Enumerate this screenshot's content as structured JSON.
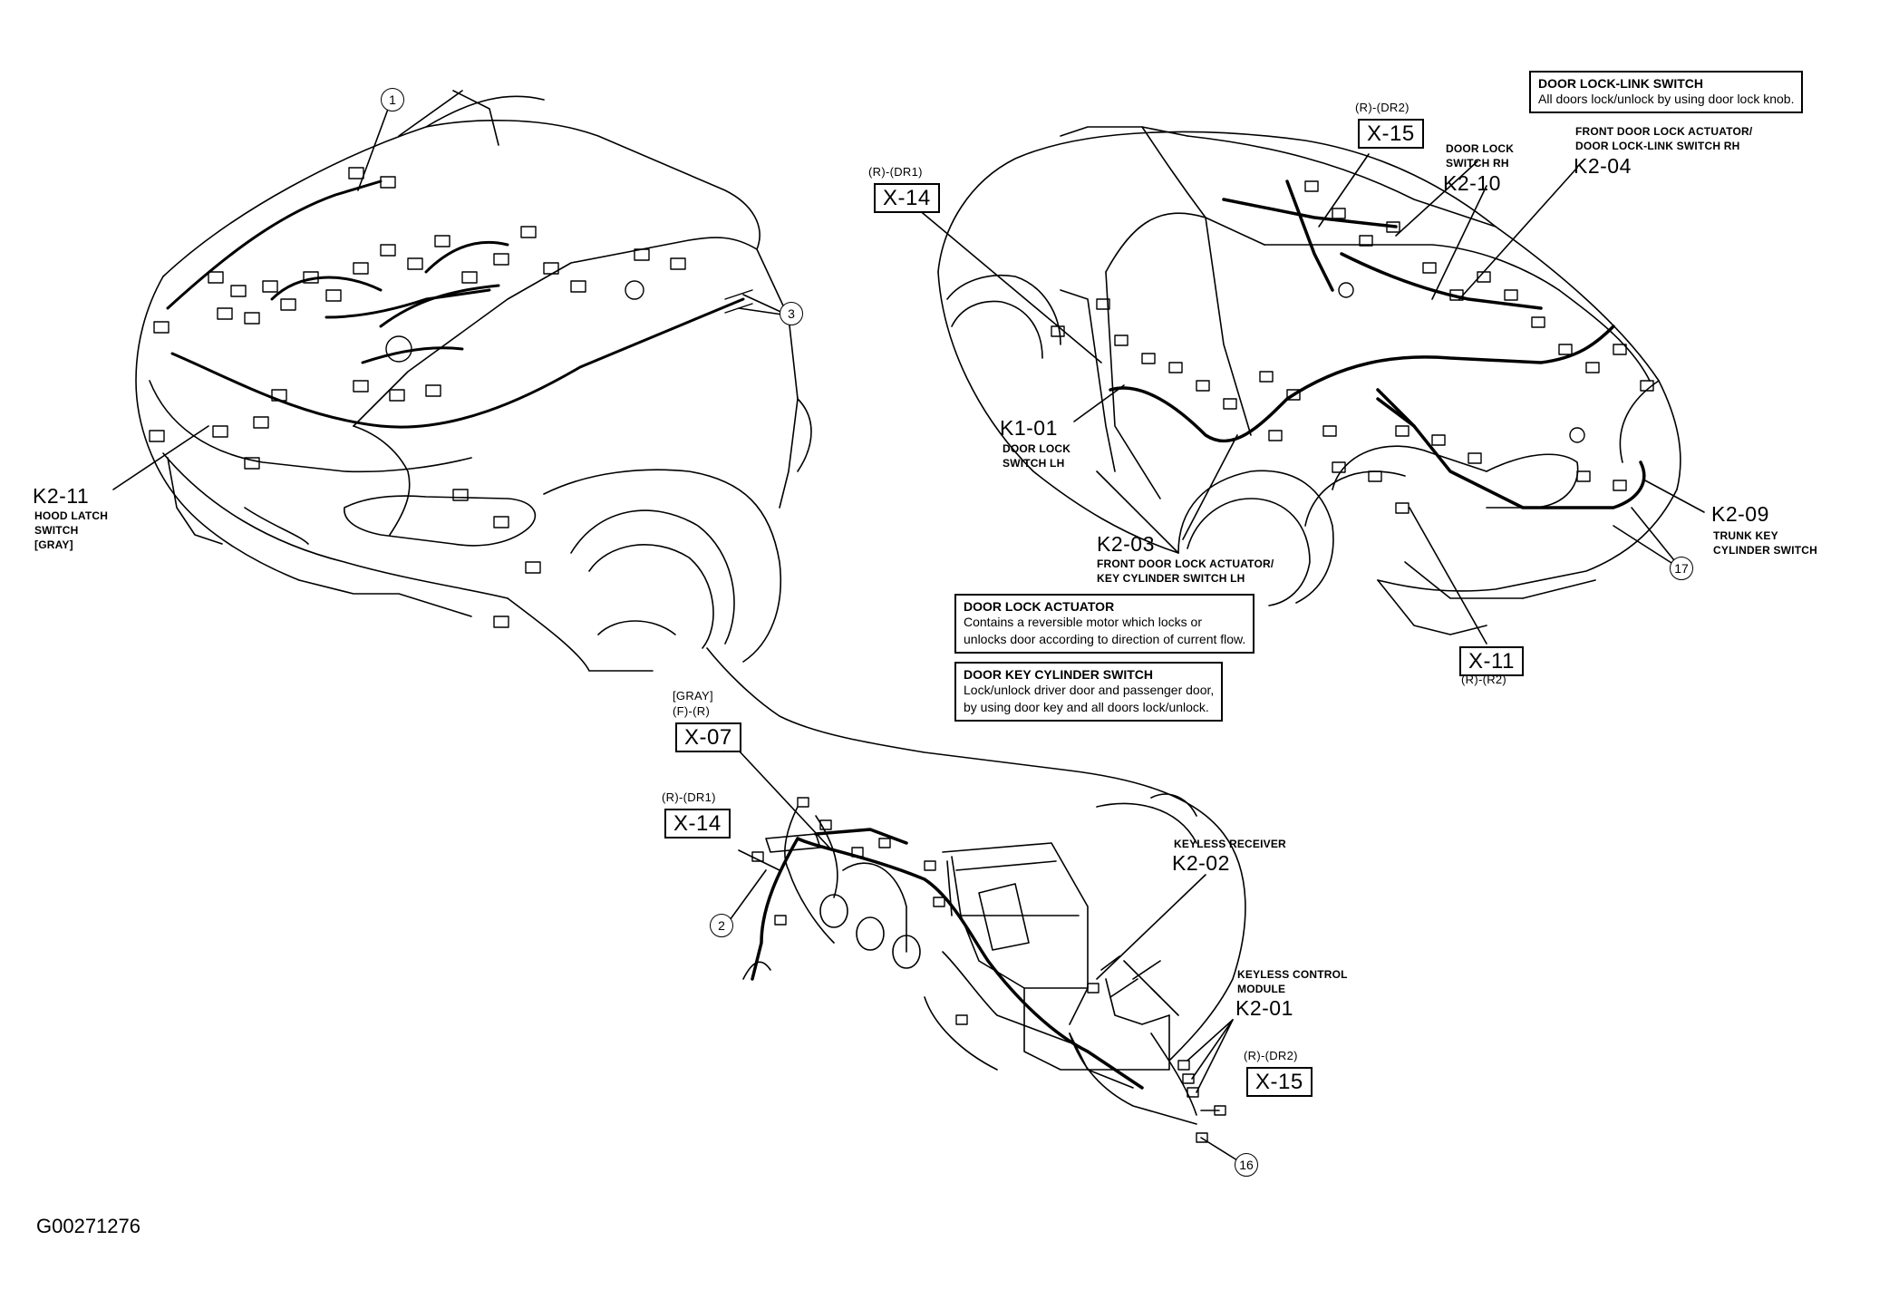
{
  "figure_id": "G00271276",
  "callouts": {
    "c1": "1",
    "c2": "2",
    "c3": "3",
    "c16": "16",
    "c17": "17"
  },
  "front_view": {
    "hood_latch": {
      "code": "K2-11",
      "line1": "HOOD LATCH",
      "line2": "SWITCH",
      "line3": "[GRAY]"
    }
  },
  "rear_view": {
    "x14_sub": "(R)-(DR1)",
    "x14": "X-14",
    "x15_sub": "(R)-(DR2)",
    "x15": "X-15",
    "door_lock_switch_rh": {
      "line1": "DOOR LOCK",
      "line2": "SWITCH RH",
      "code": "K2-10"
    },
    "front_actuator_rh": {
      "line1": "FRONT DOOR LOCK ACTUATOR/",
      "line2": "DOOR LOCK-LINK SWITCH RH",
      "code": "K2-04"
    },
    "door_lock_switch_lh": {
      "code": "K1-01",
      "line1": "DOOR LOCK",
      "line2": "SWITCH LH"
    },
    "front_actuator_lh": {
      "code": "K2-03",
      "line1": "FRONT DOOR LOCK ACTUATOR/",
      "line2": "KEY CYLINDER SWITCH LH"
    },
    "trunk_key": {
      "code": "K2-09",
      "line1": "TRUNK KEY",
      "line2": "CYLINDER SWITCH"
    },
    "x11": "X-11",
    "x11_sub": "(R)-(R2)"
  },
  "info_boxes": {
    "link_switch": {
      "title": "DOOR LOCK-LINK SWITCH",
      "desc": "All doors lock/unlock by using door lock knob."
    },
    "actuator": {
      "title": "DOOR LOCK ACTUATOR",
      "desc1": "Contains a reversible motor which locks or",
      "desc2": "unlocks door according to direction of current flow."
    },
    "key_cylinder": {
      "title": "DOOR KEY CYLINDER SWITCH",
      "desc1": "Lock/unlock driver door and passenger door,",
      "desc2": "by using door key and all doors lock/unlock."
    }
  },
  "dash_view": {
    "x07_sub1": "[GRAY]",
    "x07_sub2": "(F)-(R)",
    "x07": "X-07",
    "x14_sub": "(R)-(DR1)",
    "x14": "X-14",
    "keyless_receiver": {
      "line1": "KEYLESS RECEIVER",
      "code": "K2-02"
    },
    "keyless_module": {
      "line1": "KEYLESS CONTROL",
      "line2": "MODULE",
      "code": "K2-01"
    },
    "x15_sub": "(R)-(DR2)",
    "x15": "X-15"
  }
}
